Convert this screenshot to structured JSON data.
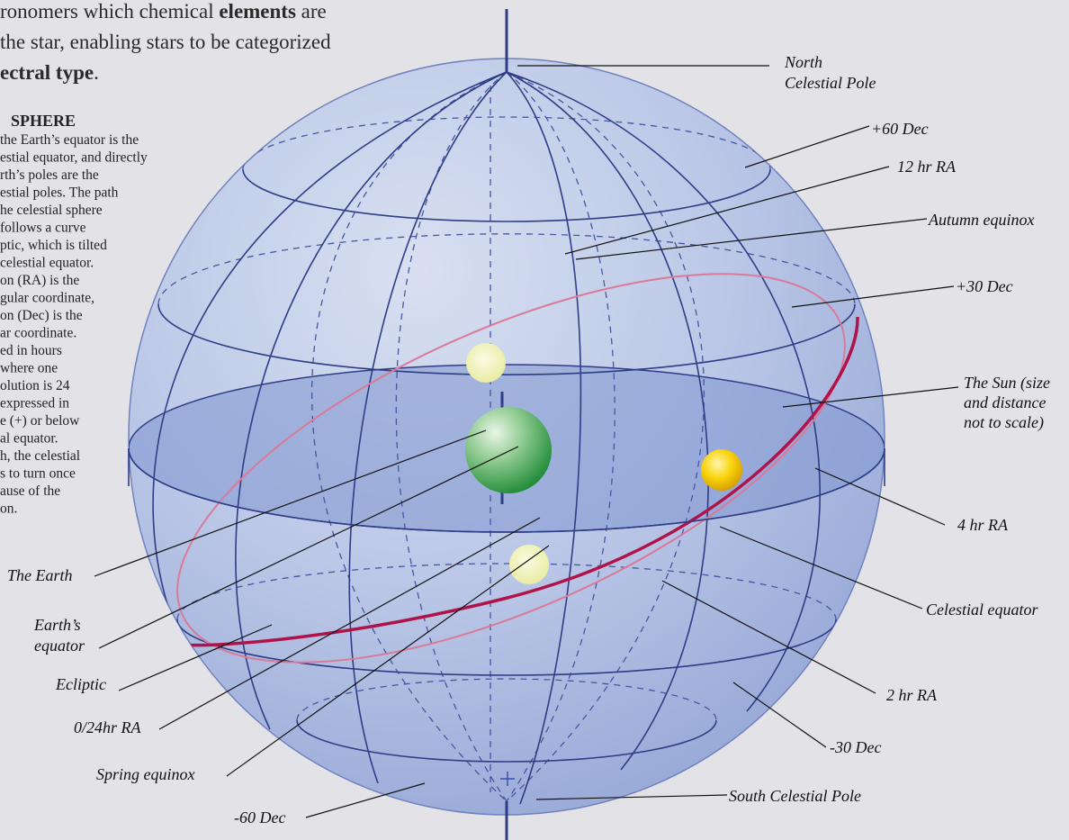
{
  "intro": {
    "line1_a": "ronomers which chemical ",
    "line1_b": "elements",
    "line1_c": " are",
    "line2": "the star, enabling stars to be categorized",
    "line3": "ectral type",
    "line3_end": "."
  },
  "sidebar": {
    "heading": "SPHERE",
    "lines": [
      "the Earth’s equator is the",
      "estial equator, and directly",
      "rth’s poles are the",
      "estial poles. The path",
      "he celestial sphere",
      "follows a curve",
      "ptic, which is tilted",
      "celestial equator.",
      "on (RA) is the",
      "gular coordinate,",
      "on (Dec) is the",
      "ar coordinate.",
      "ed in hours",
      "where one",
      "olution is 24",
      "expressed in",
      "e (+) or below",
      "al equator.",
      "h, the celestial",
      "s to turn once",
      "ause of the",
      "on."
    ]
  },
  "labels": {
    "north_pole_1": "North",
    "north_pole_2": "Celestial Pole",
    "plus60": "+60 Dec",
    "ra12": "12 hr RA",
    "autumn": "Autumn equinox",
    "plus30": "+30 Dec",
    "sun_1": "The Sun (size",
    "sun_2": "and distance",
    "sun_3": "not to scale)",
    "ra4": "4 hr RA",
    "cel_eq": "Celestial equator",
    "ra2": "2 hr RA",
    "minus30": "-30 Dec",
    "south_pole": "South Celestial Pole",
    "minus60": "-60 Dec",
    "spring": "Spring equinox",
    "ra0": "0/24hr RA",
    "ecliptic": "Ecliptic",
    "earth_eq_1": "Earth’s",
    "earth_eq_2": "equator",
    "earth": "The Earth"
  },
  "colors": {
    "sphere": "#8fa3d6",
    "grid": "#2e3d86",
    "ecliptic": "#b0124a",
    "earth": "#2f9a45",
    "sun": "#f2c600"
  }
}
